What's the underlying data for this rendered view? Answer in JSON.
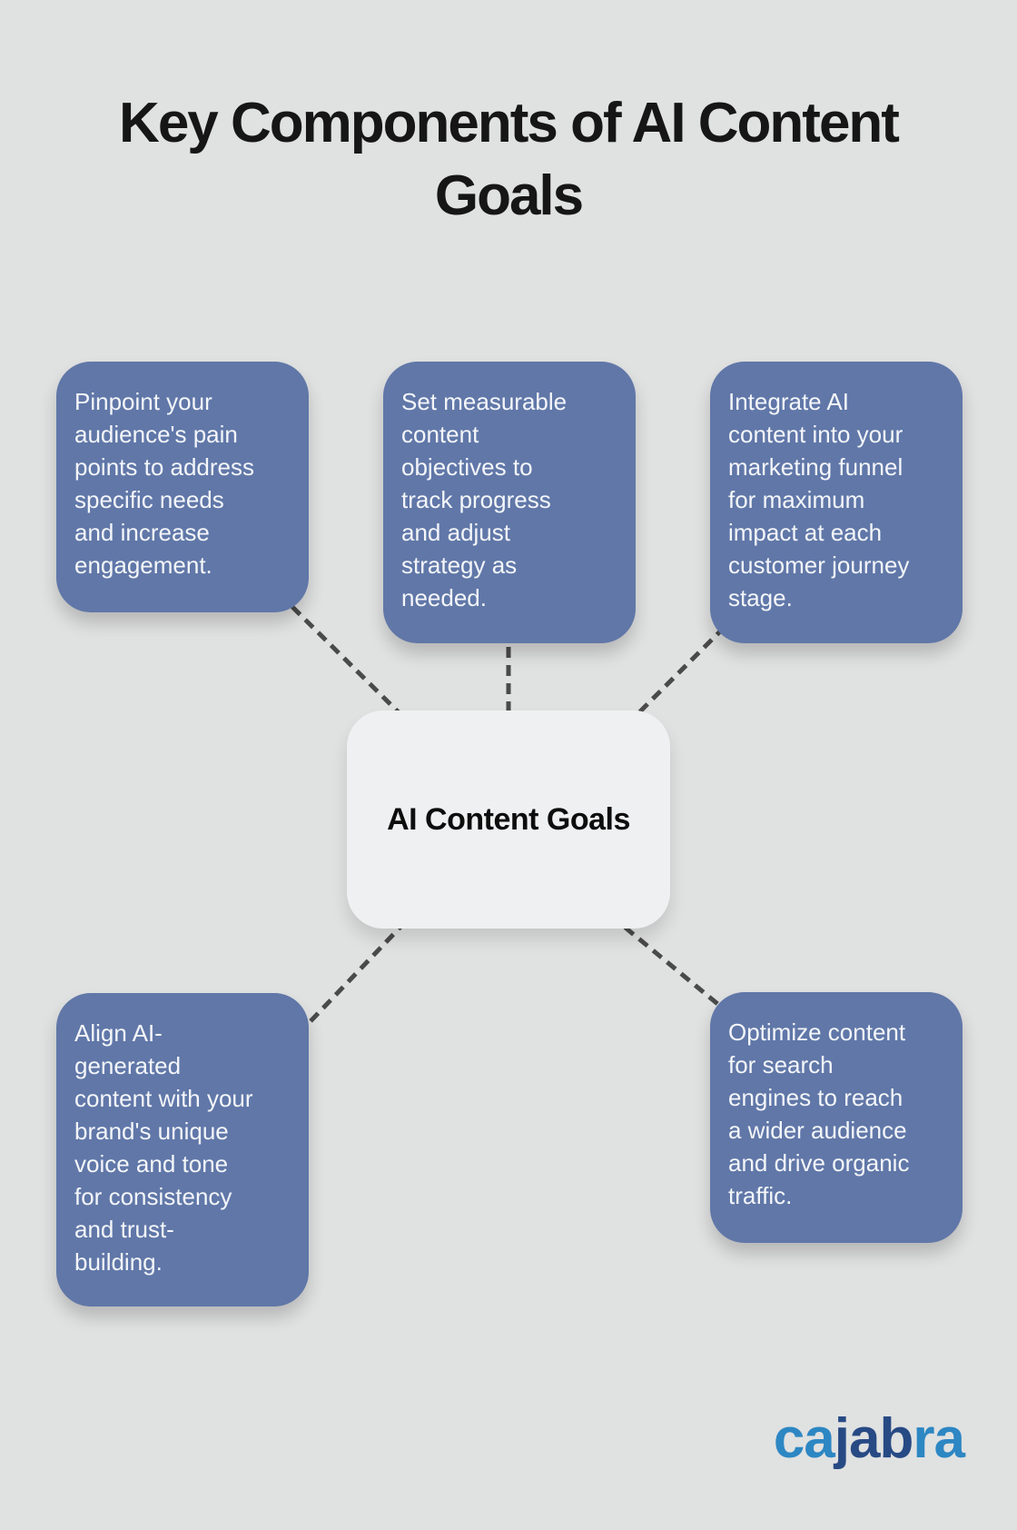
{
  "title": "Key Components of AI Content\nGoals",
  "center": {
    "label": "AI Content Goals"
  },
  "cards": [
    {
      "id": "pain-points",
      "text": "Pinpoint your\naudience's pain\npoints to address\nspecific needs\nand increase\nengagement."
    },
    {
      "id": "measurable-objectives",
      "text": "Set measurable\ncontent\nobjectives to\ntrack progress\nand adjust\nstrategy as\nneeded."
    },
    {
      "id": "marketing-funnel",
      "text": "Integrate AI\ncontent into your\nmarketing funnel\nfor maximum\nimpact at each\ncustomer journey\nstage."
    },
    {
      "id": "brand-voice",
      "text": "Align AI-\ngenerated\ncontent with your\nbrand's unique\nvoice and tone\nfor consistency\nand trust-\nbuilding."
    },
    {
      "id": "seo",
      "text": "Optimize content\nfor search\nengines to reach\na wider audience\nand drive organic\ntraffic."
    }
  ],
  "logo": {
    "segments": [
      {
        "text": "ca"
      },
      {
        "text": "jab"
      },
      {
        "text": "ra"
      }
    ]
  },
  "palette": {
    "background": "#e0e1e1",
    "card_blue": "#6077a8",
    "card_text": "#f4f6f9",
    "center_background": "#eff0f1",
    "title_color": "#161616",
    "dash_color": "#4a4a4a",
    "logo_light_blue": "#2d87c3",
    "logo_dark_blue": "#274a84"
  }
}
